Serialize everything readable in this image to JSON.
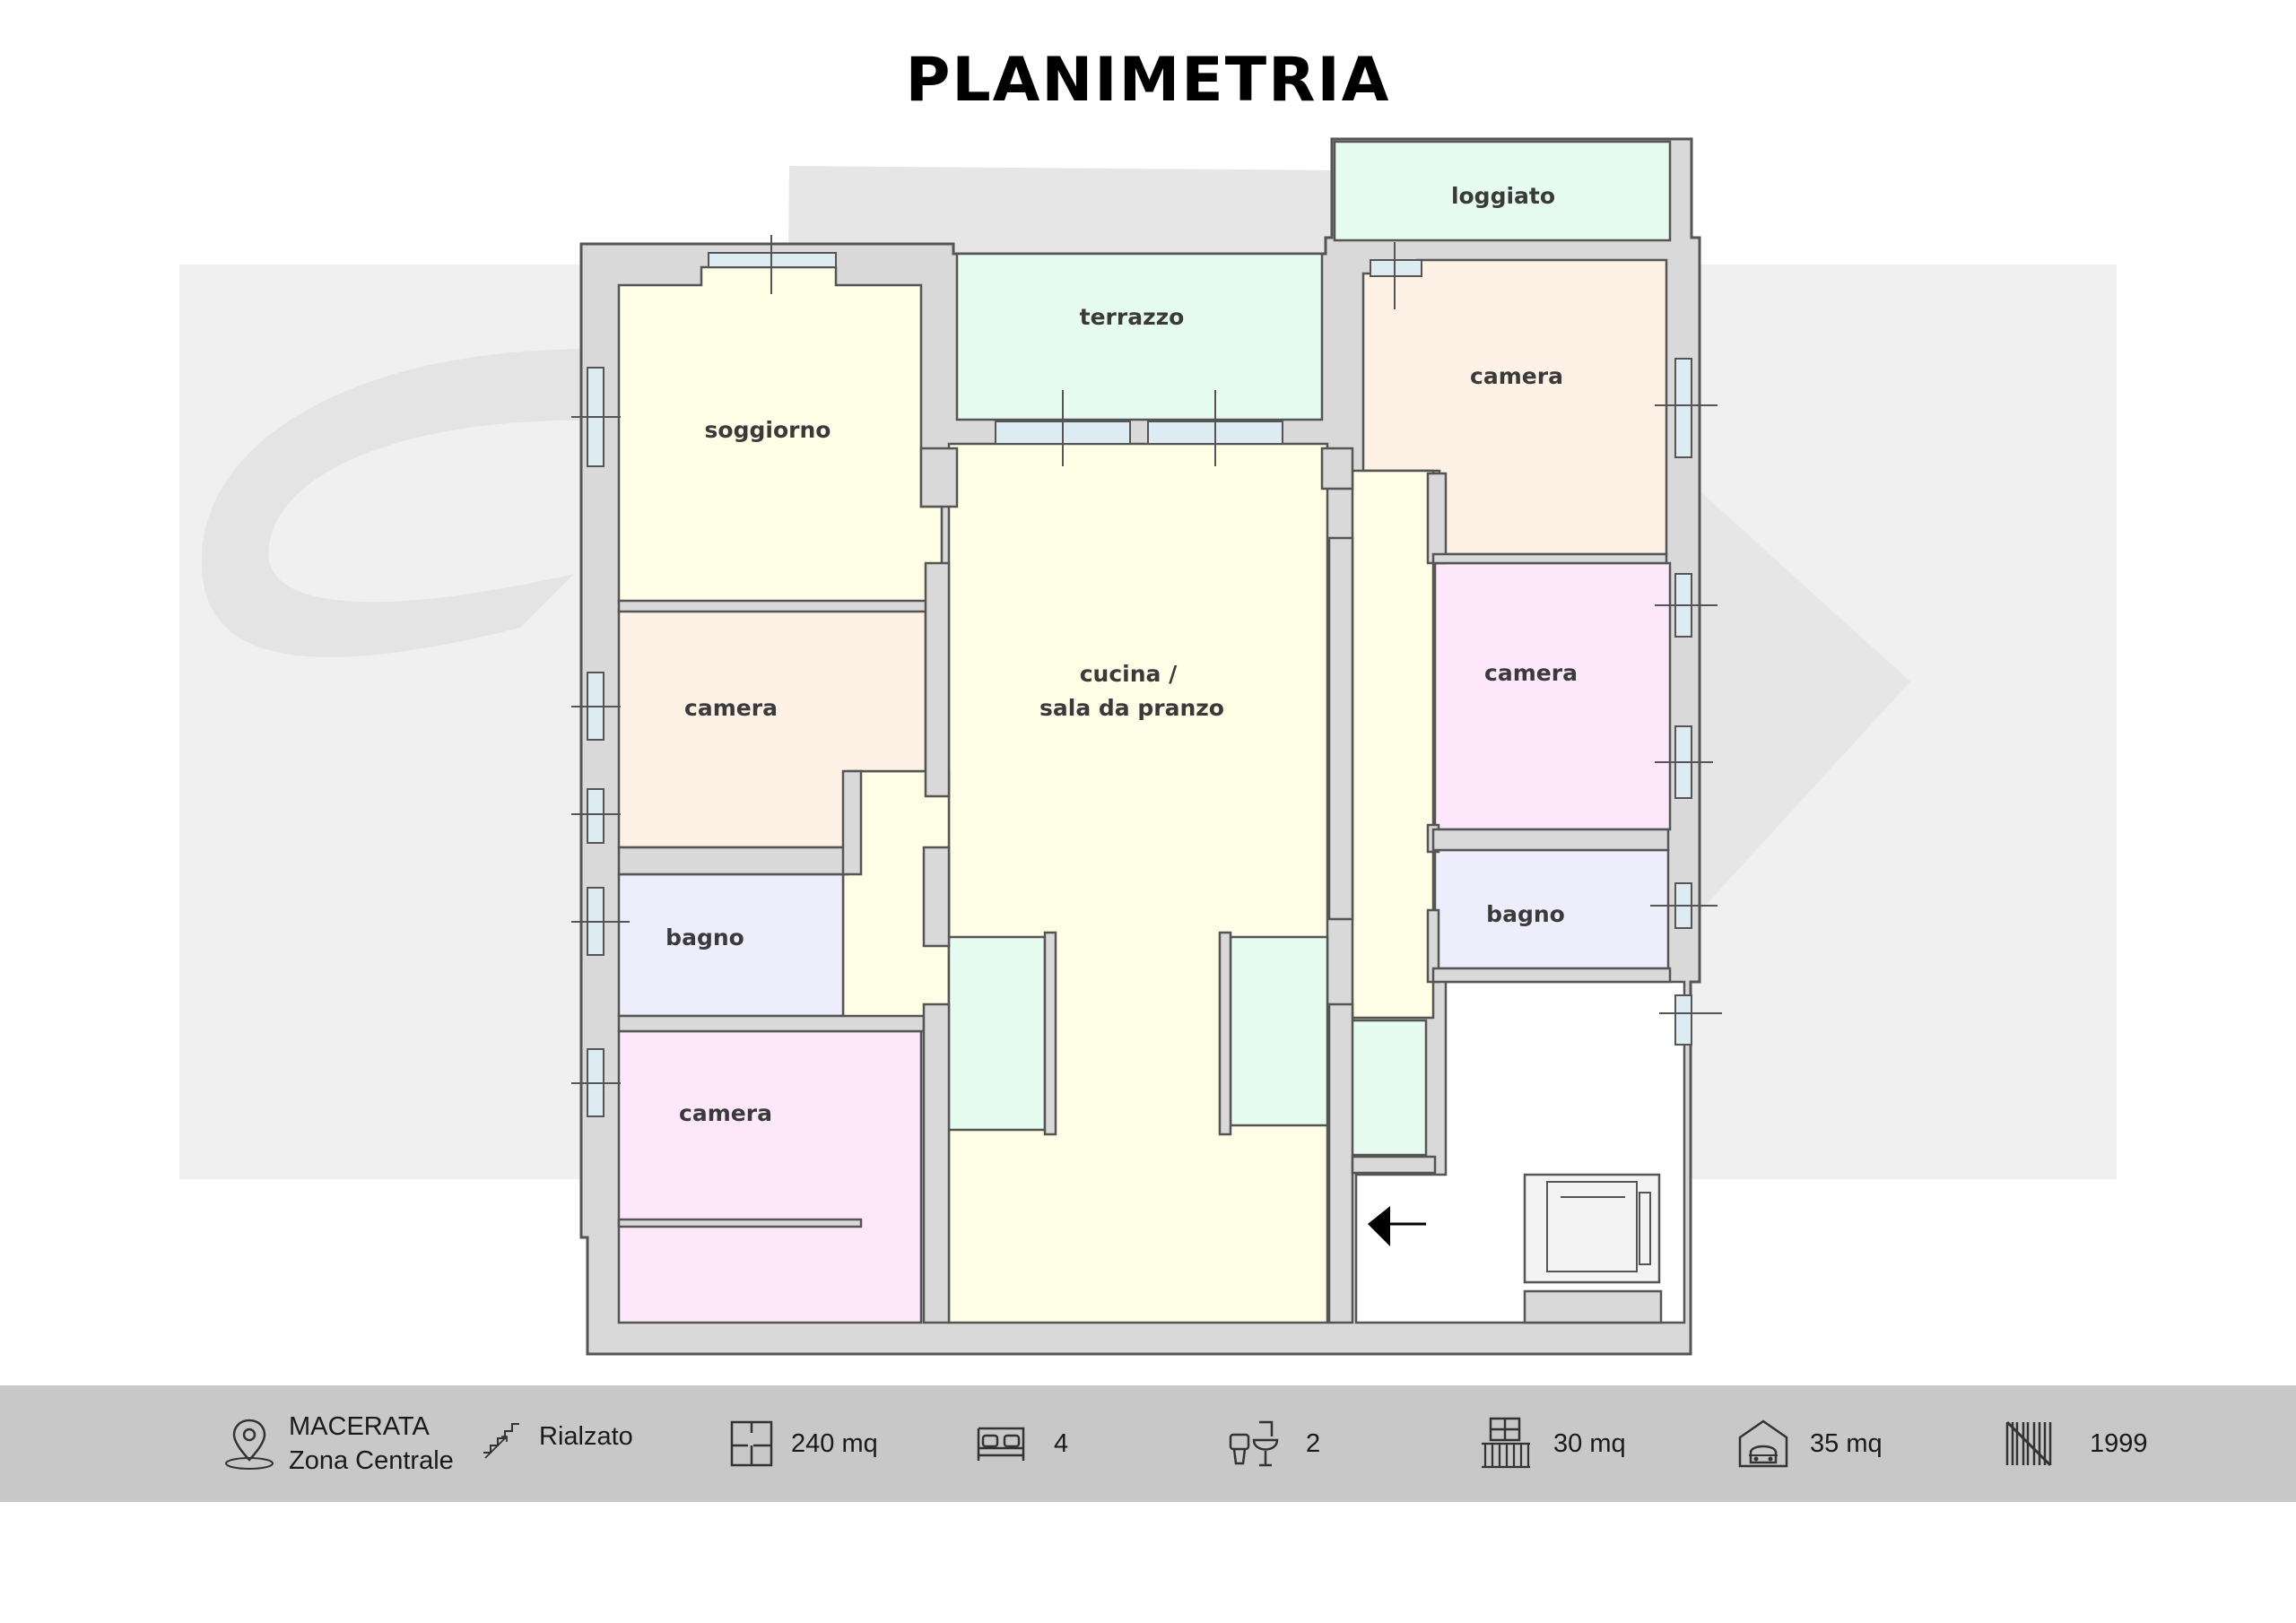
{
  "title": "PLANIMETRIA",
  "rooms": {
    "soggiorno": "soggiorno",
    "terrazzo": "terrazzo",
    "loggiato": "loggiato",
    "camera_ne": "camera",
    "camera_w": "camera",
    "cucina_line1": "cucina /",
    "cucina_line2": "sala da pranzo",
    "camera_e": "camera",
    "bagno_w": "bagno",
    "bagno_e": "bagno",
    "camera_sw": "camera"
  },
  "info": {
    "location_city": "MACERATA",
    "location_area": "Zona Centrale",
    "floor": "Rialzato",
    "surface": "240 mq",
    "bedrooms": "4",
    "bathrooms": "2",
    "balcony": "30 mq",
    "garage": "35 mq",
    "year": "1999"
  },
  "icons": [
    "location-pin-icon",
    "stairs-icon",
    "floor-area-icon",
    "bed-icon",
    "bathroom-icon",
    "balcony-icon",
    "garage-icon",
    "year-built-icon",
    "entrance-arrow-icon",
    "elevator-icon"
  ],
  "colors": {
    "wall": "#d9d9d9",
    "wall_stroke": "#555555",
    "yellow_room": "#fefee6",
    "green_room": "#e6fcf0",
    "peach_room": "#fef2e6",
    "pink_room": "#fde8fb",
    "lavender_room": "#eeedfc",
    "window": "#dcecf2",
    "info_bar": "#c8c8c8"
  }
}
